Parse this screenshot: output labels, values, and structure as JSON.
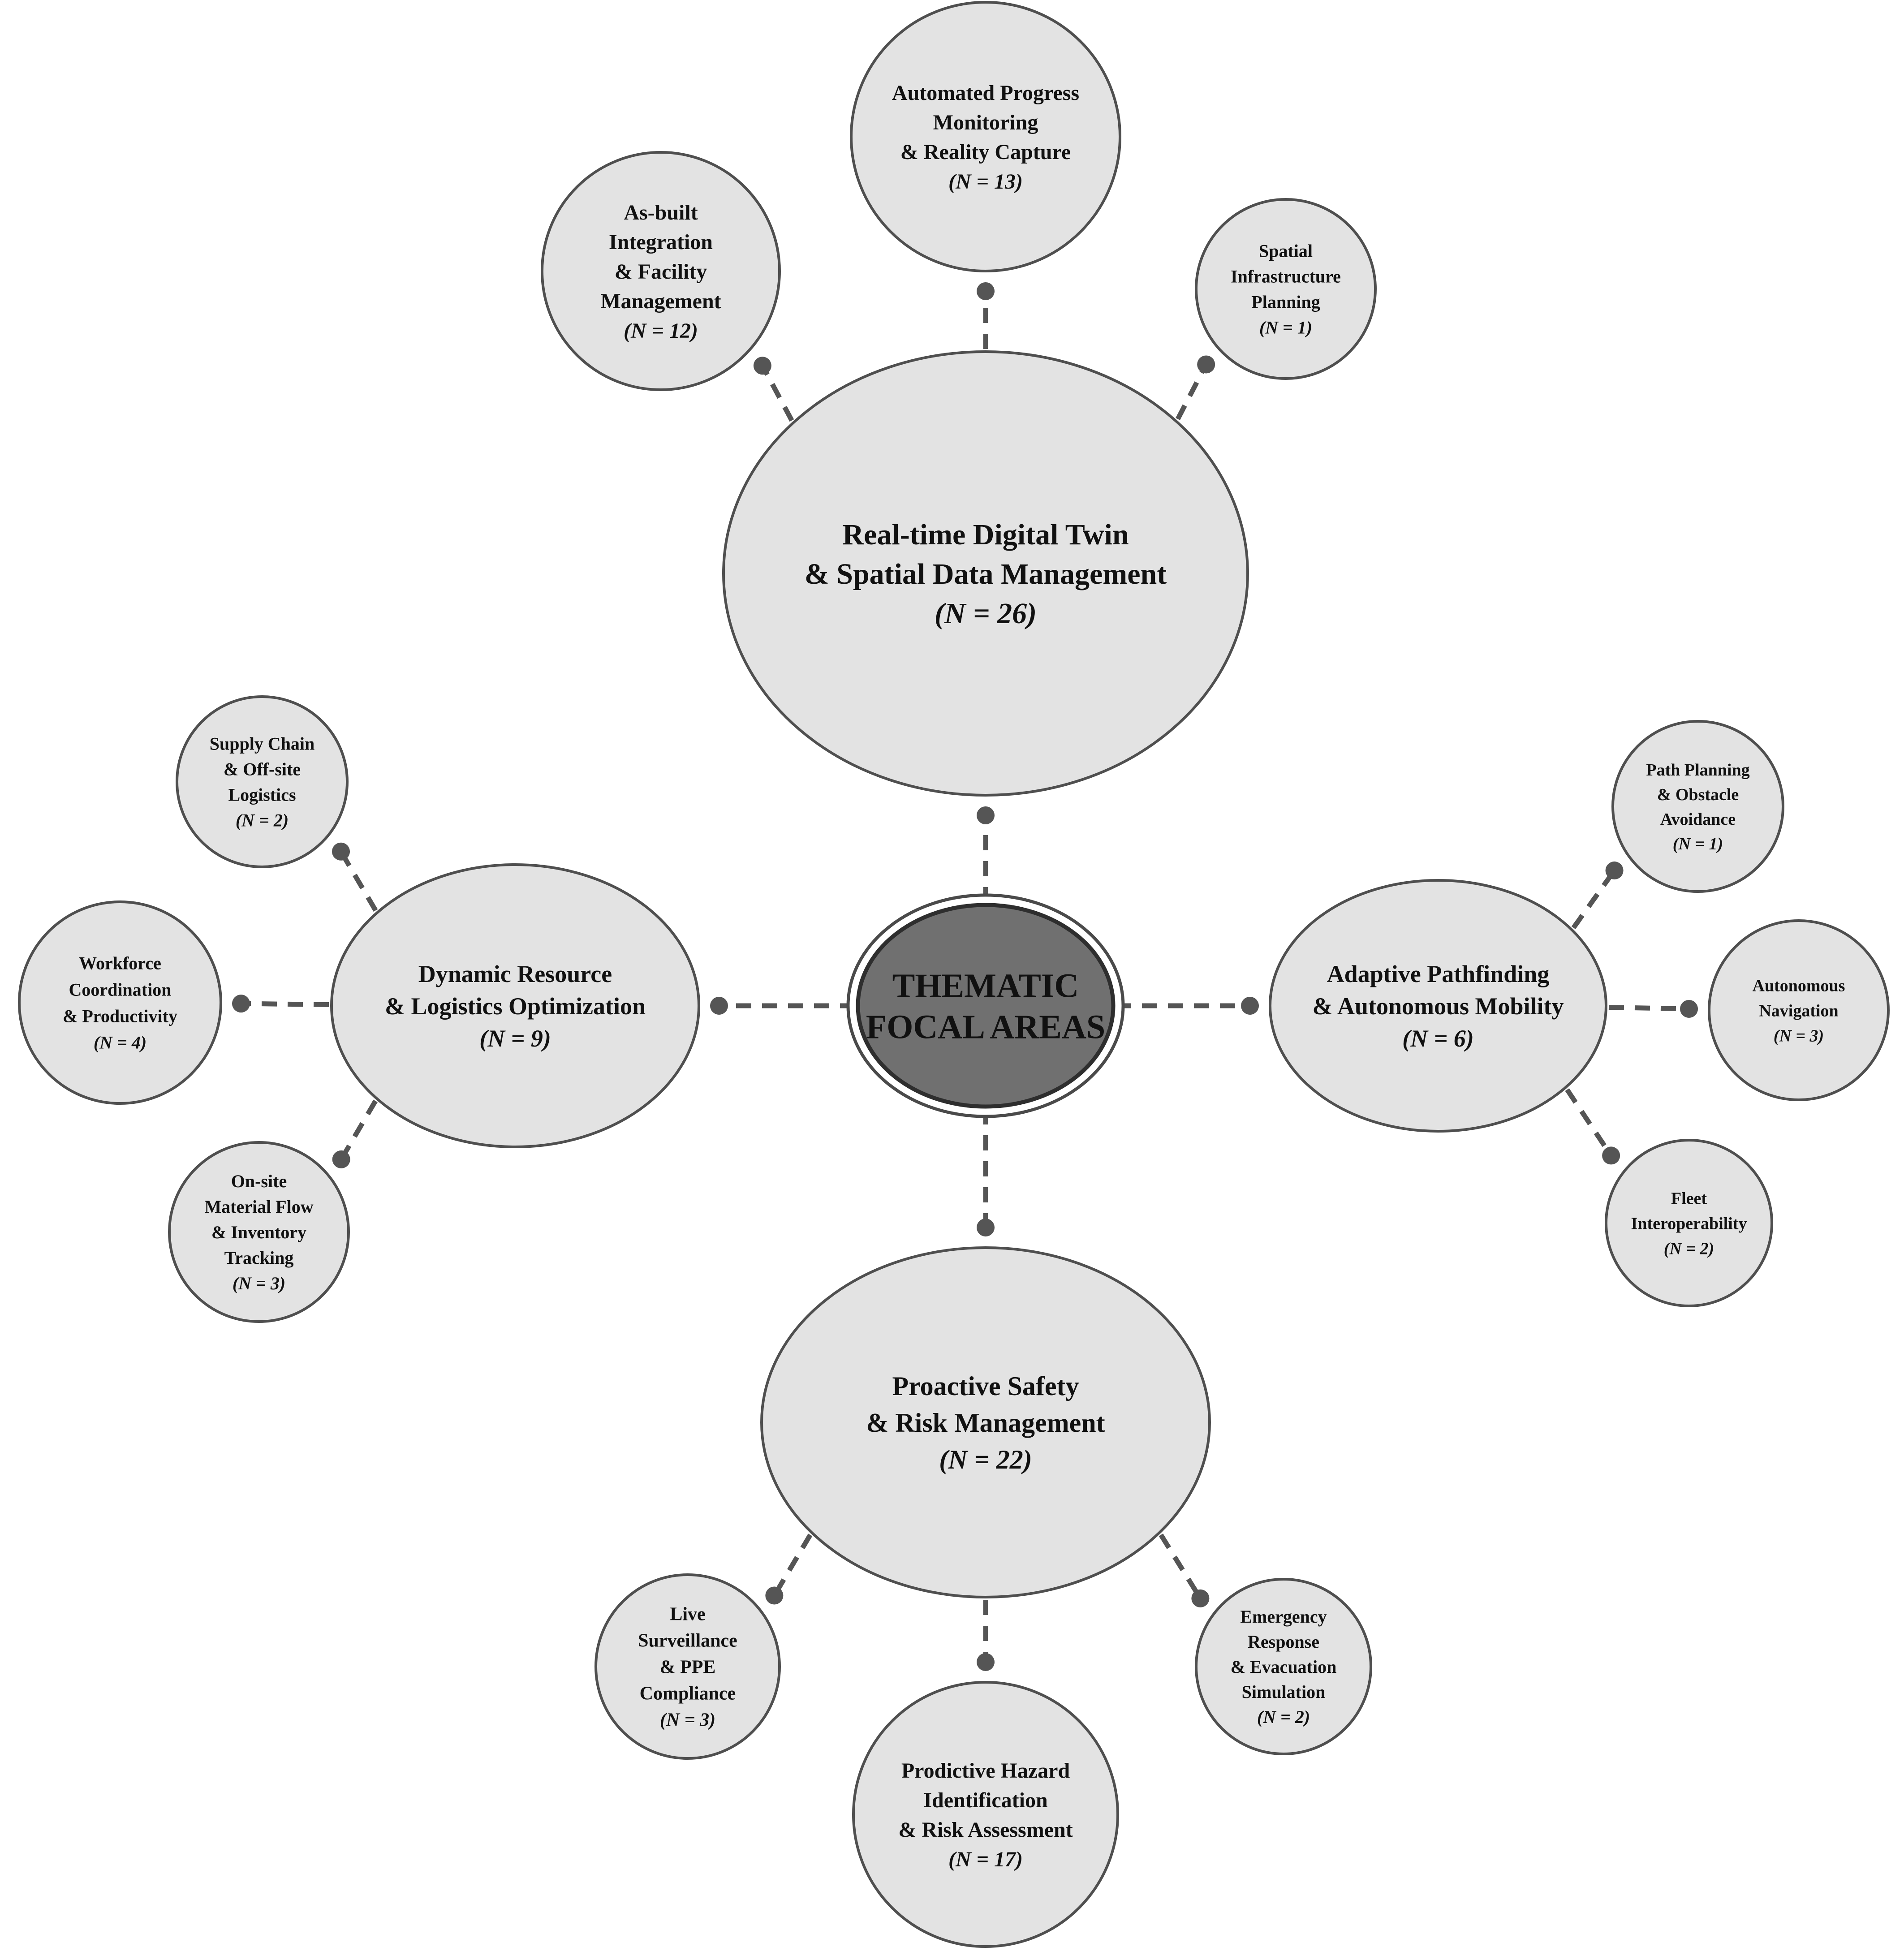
{
  "colors": {
    "node_fill": "#e3e3e3",
    "node_stroke": "#4f4f4f",
    "center_fill": "#707070",
    "connector": "#555555"
  },
  "center": {
    "lines": [
      "THEMATIC",
      "FOCAL AREAS"
    ]
  },
  "themes": [
    {
      "lines": [
        "Real-time Digital Twin",
        "& Spatial Data Management"
      ],
      "n": "(N = 26)"
    },
    {
      "lines": [
        "Dynamic Resource",
        "& Logistics Optimization"
      ],
      "n": "(N = 9)"
    },
    {
      "lines": [
        "Adaptive Pathfinding",
        "& Autonomous Mobility"
      ],
      "n": "(N = 6)"
    },
    {
      "lines": [
        "Proactive Safety",
        "& Risk Management"
      ],
      "n": "(N = 22)"
    }
  ],
  "subtopics": [
    {
      "lines": [
        "Automated Progress",
        "Monitoring",
        "& Reality Capture"
      ],
      "n": "(N = 13)"
    },
    {
      "lines": [
        "As-built",
        "Integration",
        "& Facility",
        "Management"
      ],
      "n": "(N = 12)"
    },
    {
      "lines": [
        "Spatial",
        "Infrastructure",
        "Planning"
      ],
      "n": "(N = 1)"
    },
    {
      "lines": [
        "Supply Chain",
        "& Off-site",
        "Logistics"
      ],
      "n": "(N = 2)"
    },
    {
      "lines": [
        "Workforce",
        "Coordination",
        "& Productivity"
      ],
      "n": "(N = 4)"
    },
    {
      "lines": [
        "On-site",
        "Material Flow",
        "& Inventory",
        "Tracking"
      ],
      "n": "(N = 3)"
    },
    {
      "lines": [
        "Path Planning",
        "& Obstacle",
        "Avoidance"
      ],
      "n": "(N = 1)"
    },
    {
      "lines": [
        "Autonomous",
        "Navigation"
      ],
      "n": "(N = 3)"
    },
    {
      "lines": [
        "Fleet",
        "Interoperability"
      ],
      "n": "(N = 2)"
    },
    {
      "lines": [
        "Live",
        "Surveillance",
        "& PPE",
        "Compliance"
      ],
      "n": "(N = 3)"
    },
    {
      "lines": [
        "Prodictive Hazard",
        "Identification",
        "& Risk Assessment"
      ],
      "n": "(N = 17)"
    },
    {
      "lines": [
        "Emergency",
        "Response",
        "& Evacuation",
        "Simulation"
      ],
      "n": "(N = 2)"
    }
  ]
}
